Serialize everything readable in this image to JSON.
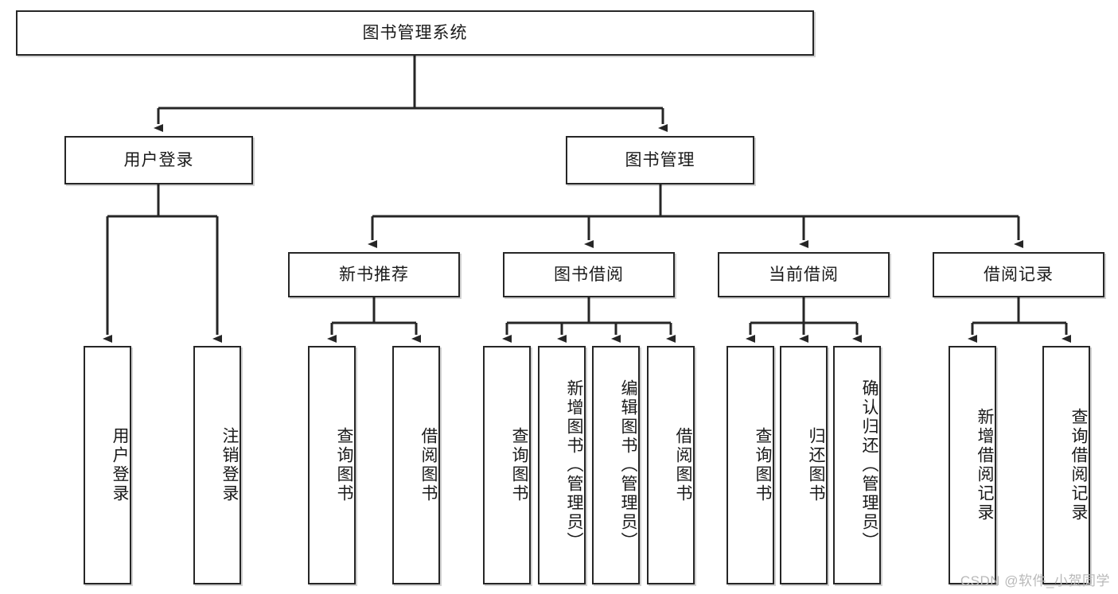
{
  "diagram": {
    "title": "图书管理系统",
    "type": "tree-hierarchy-diagram",
    "stroke_color": "#262626",
    "fill_color": "#ffffff",
    "text_color": "#1a1a1a"
  },
  "root": {
    "label": "图书管理系统"
  },
  "level2": [
    {
      "label": "用户登录"
    },
    {
      "label": "图书管理"
    }
  ],
  "level3": [
    {
      "label": "新书推荐"
    },
    {
      "label": "图书借阅"
    },
    {
      "label": "当前借阅"
    },
    {
      "label": "借阅记录"
    }
  ],
  "leaves": {
    "user_login": [
      {
        "label": "用户登录"
      },
      {
        "label": "注销登录"
      }
    ],
    "new_book_recommend": [
      {
        "label": "查询图书"
      },
      {
        "label": "借阅图书"
      }
    ],
    "book_borrow": [
      {
        "label": "查询图书"
      },
      {
        "label": "新增图书（管理员）"
      },
      {
        "label": "编辑图书（管理员）"
      },
      {
        "label": "借阅图书"
      }
    ],
    "current_borrow": [
      {
        "label": "查询图书"
      },
      {
        "label": "归还图书"
      },
      {
        "label": "确认归还（管理员）"
      }
    ],
    "borrow_record": [
      {
        "label": "新增借阅记录"
      },
      {
        "label": "查询借阅记录"
      }
    ]
  },
  "watermark": {
    "text": "CSDN @软件_小贺同学"
  }
}
